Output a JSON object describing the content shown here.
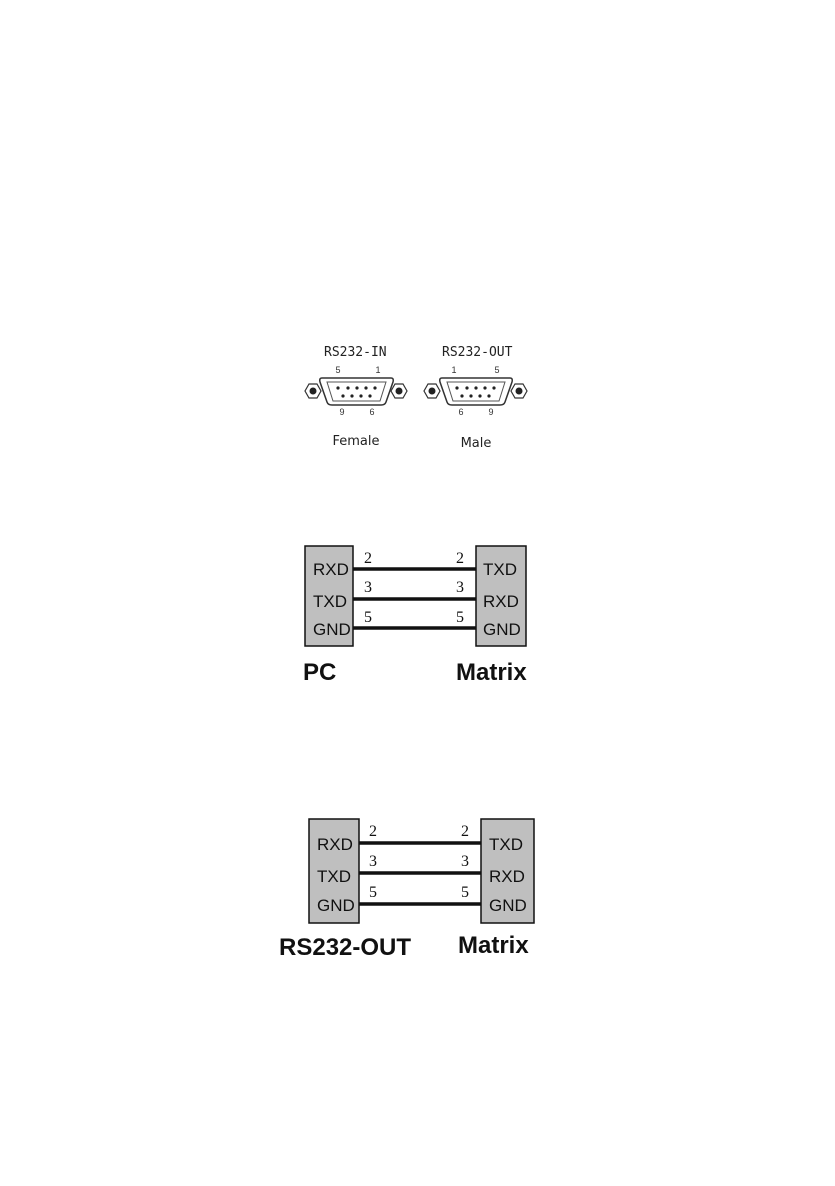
{
  "connectors": {
    "rs232_in": {
      "title": "RS232-IN",
      "gender": "Female",
      "pin_tl": "5",
      "pin_tr": "1",
      "pin_bl": "9",
      "pin_br": "6"
    },
    "rs232_out": {
      "title": "RS232-OUT",
      "gender": "Male",
      "pin_tl": "1",
      "pin_tr": "5",
      "pin_bl": "6",
      "pin_br": "9"
    }
  },
  "wiring_pc": {
    "left_name": "PC",
    "right_name": "Matrix",
    "left_pins": [
      "RXD",
      "TXD",
      "GND"
    ],
    "right_pins": [
      "TXD",
      "RXD",
      "GND"
    ],
    "wire_numbers": [
      "2",
      "3",
      "5"
    ]
  },
  "wiring_out": {
    "left_name": "RS232-OUT",
    "right_name": "Matrix",
    "left_pins": [
      "RXD",
      "TXD",
      "GND"
    ],
    "right_pins": [
      "TXD",
      "RXD",
      "GND"
    ],
    "wire_numbers": [
      "2",
      "3",
      "5"
    ]
  }
}
